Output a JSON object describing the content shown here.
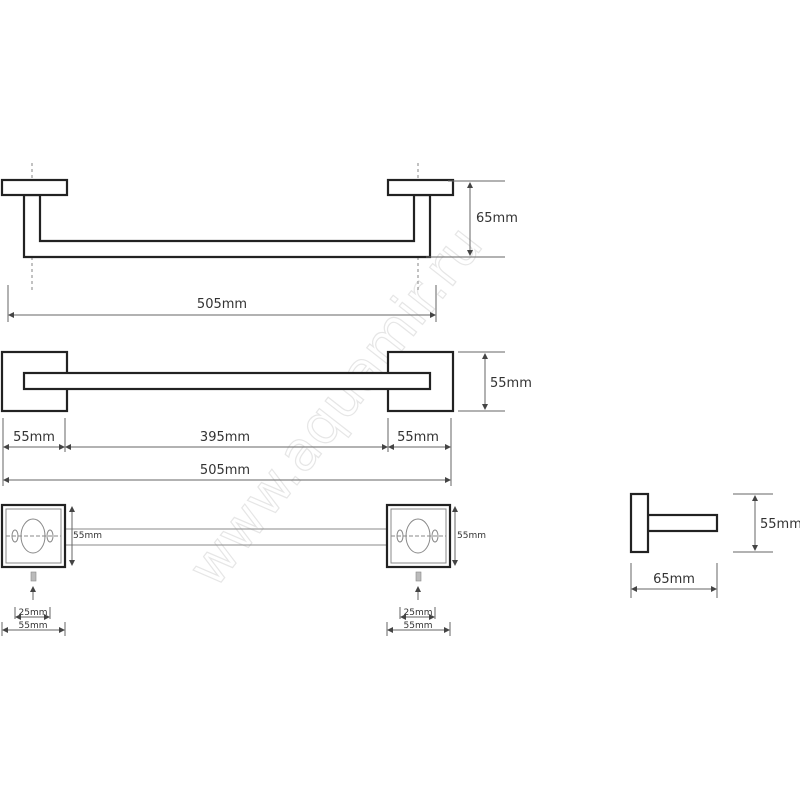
{
  "watermark": "www.aquamir.ru",
  "top_view": {
    "height_label": "65mm",
    "width_label": "505mm"
  },
  "front_view": {
    "height_label": "55mm",
    "left_flange_label": "55mm",
    "bar_label": "395mm",
    "right_flange_label": "55mm",
    "total_label": "505mm"
  },
  "mount_view": {
    "left": {
      "height_label": "55mm",
      "hole_spacing_label": "25mm",
      "width_label": "55mm"
    },
    "right": {
      "height_label": "55mm",
      "hole_spacing_label": "25mm",
      "width_label": "55mm"
    }
  },
  "side_view": {
    "height_label": "55mm",
    "depth_label": "65mm"
  }
}
